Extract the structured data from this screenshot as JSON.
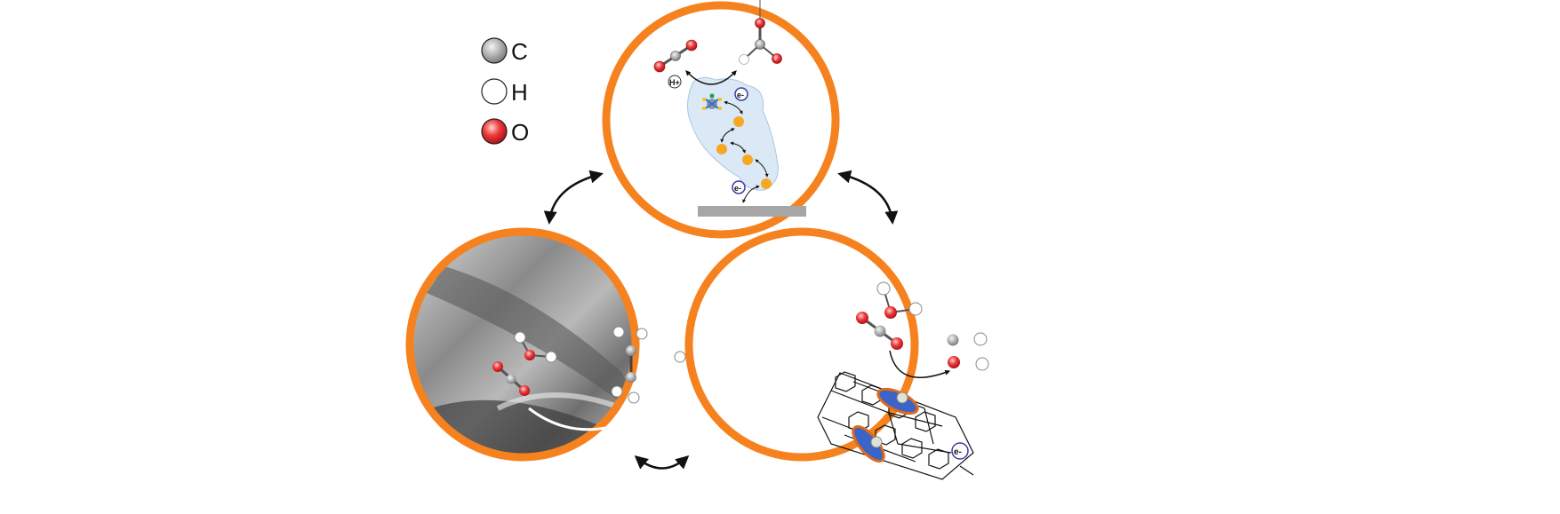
{
  "legend": {
    "items": [
      {
        "symbol": "C",
        "color": "#9a9a9a"
      },
      {
        "symbol": "H",
        "color": "#ffffff"
      },
      {
        "symbol": "O",
        "color": "#e8202a"
      }
    ]
  },
  "panels": {
    "top": {
      "proton_label": "H+",
      "electron_label_1": "e-",
      "electron_label_2": "e-",
      "charge_label": "-"
    },
    "bottom_right": {
      "electron_label": "e-"
    }
  },
  "colors": {
    "ring": "#f5821f",
    "protein": "#dbe8f5",
    "cluster": "#f7a823",
    "electrode": "#a6a6a6",
    "site_blue": "#3a64c8"
  }
}
